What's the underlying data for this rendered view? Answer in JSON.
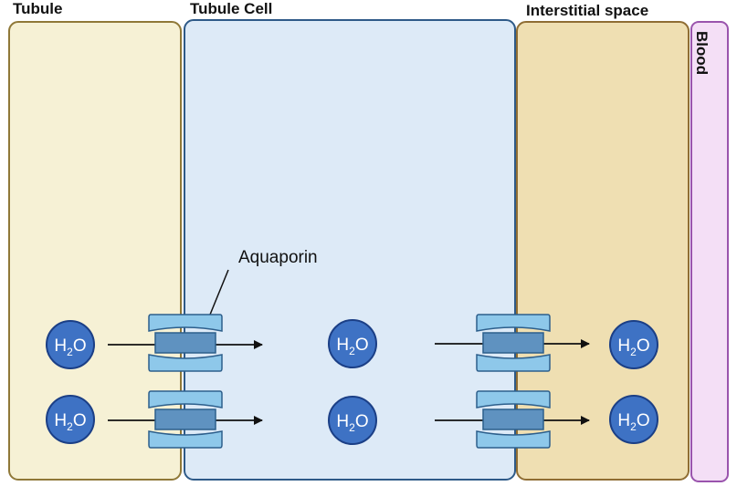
{
  "regions": [
    {
      "id": "tubule",
      "label": "Tubule",
      "fill": "#f6f1d5",
      "stroke": "#8f7838"
    },
    {
      "id": "cell",
      "label": "Tubule Cell",
      "fill": "#ddeaf7",
      "stroke": "#2e5a88"
    },
    {
      "id": "interstitial",
      "label": "Interstitial space",
      "fill": "#efdfb2",
      "stroke": "#8f6d33"
    },
    {
      "id": "blood",
      "label": "Blood",
      "fill": "#f4dff6",
      "stroke": "#9a54ad"
    }
  ],
  "annotation": {
    "label": "Aquaporin"
  },
  "molecule": {
    "label_main": "H",
    "label_sub": "2",
    "label_end": "O",
    "fill": "#3e72c4",
    "stroke": "#1b3f86"
  },
  "channel_colors": {
    "light": "#8ec8ea",
    "mid": "#5f92c0",
    "stroke": "#2d5f8c"
  }
}
